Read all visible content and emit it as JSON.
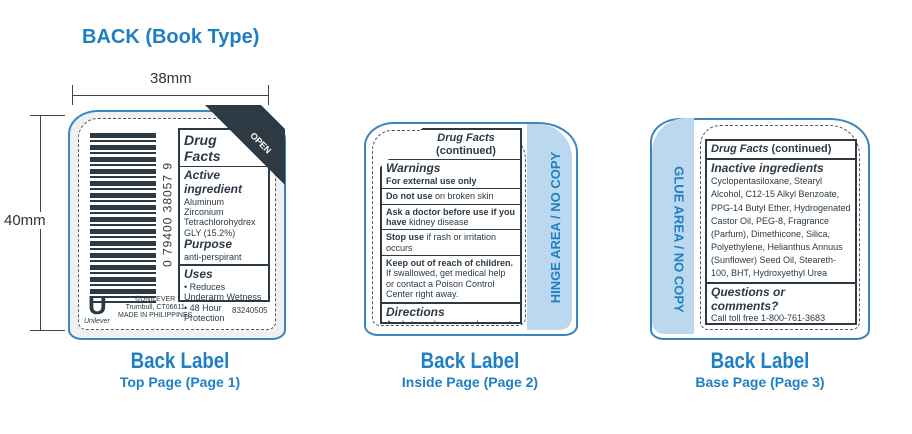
{
  "title": "BACK (Book Type)",
  "width_label": "38mm",
  "height_label": "40mm",
  "colors": {
    "accent": "#1f7fc2",
    "dark": "#2d3a44",
    "glue": "#bcd8ee"
  },
  "page1": {
    "upc": "0 79400 38057 9",
    "open_tab": "OPEN",
    "heading": "Drug Facts",
    "active_heading": "Active ingredient",
    "active": "Aluminum Zirconium Tetrachlorohydrex GLY (15.2%)",
    "purpose_heading": "Purpose",
    "purpose": "anti-perspirant",
    "uses_heading": "Uses",
    "uses": [
      "• Reduces Underarm Wetness",
      "• 48 Hour Protection"
    ],
    "brand": "Unilever",
    "copyright": "©UNILEVER",
    "address": "Trumbull, CT06611",
    "made_in": "MADE IN PHILIPPINES",
    "code": "83240505",
    "caption": "Back Label",
    "subcaption": "Top Page (Page 1)"
  },
  "page2": {
    "heading": "Drug Facts",
    "subheading": "(continued)",
    "warnings_heading": "Warnings",
    "w1_bold": "For external use only",
    "w2_bold": "Do not use",
    "w2": " on broken skin",
    "w3_bold": "Ask a doctor before use if you have",
    "w3": " kidney disease",
    "w4_bold": "Stop use",
    "w4": " if rash or irritation occurs",
    "w5_bold": "Keep out of reach of children.",
    "w5": " If swallowed, get medical help or contact a Poison Control Center right away.",
    "directions_heading": "Directions",
    "directions": "Apply to underarms only",
    "hinge": "HINGE AREA / NO COPY",
    "caption": "Back Label",
    "subcaption": "Inside Page (Page 2)"
  },
  "page3": {
    "heading": "Drug Facts",
    "subheading": "(continued)",
    "inactive_heading": "Inactive ingredients",
    "inactive": "Cyclopentasiloxane, Stearyl Alcohol, C12-15 Alkyl Benzoate, PPG-14 Butyl Ether, Hydrogenated Castor Oil, PEG-8, Fragrance (Parfum), Dimethicone, Silica, Polyethylene, Helianthus Annuus (Sunflower) Seed Oil, Steareth-100, BHT, Hydroxyethyl Urea",
    "questions_heading": "Questions or comments?",
    "questions": "Call toll free 1-800-761-3683",
    "glue": "GLUE AREA / NO COPY",
    "caption": "Back Label",
    "subcaption": "Base Page (Page 3)"
  }
}
